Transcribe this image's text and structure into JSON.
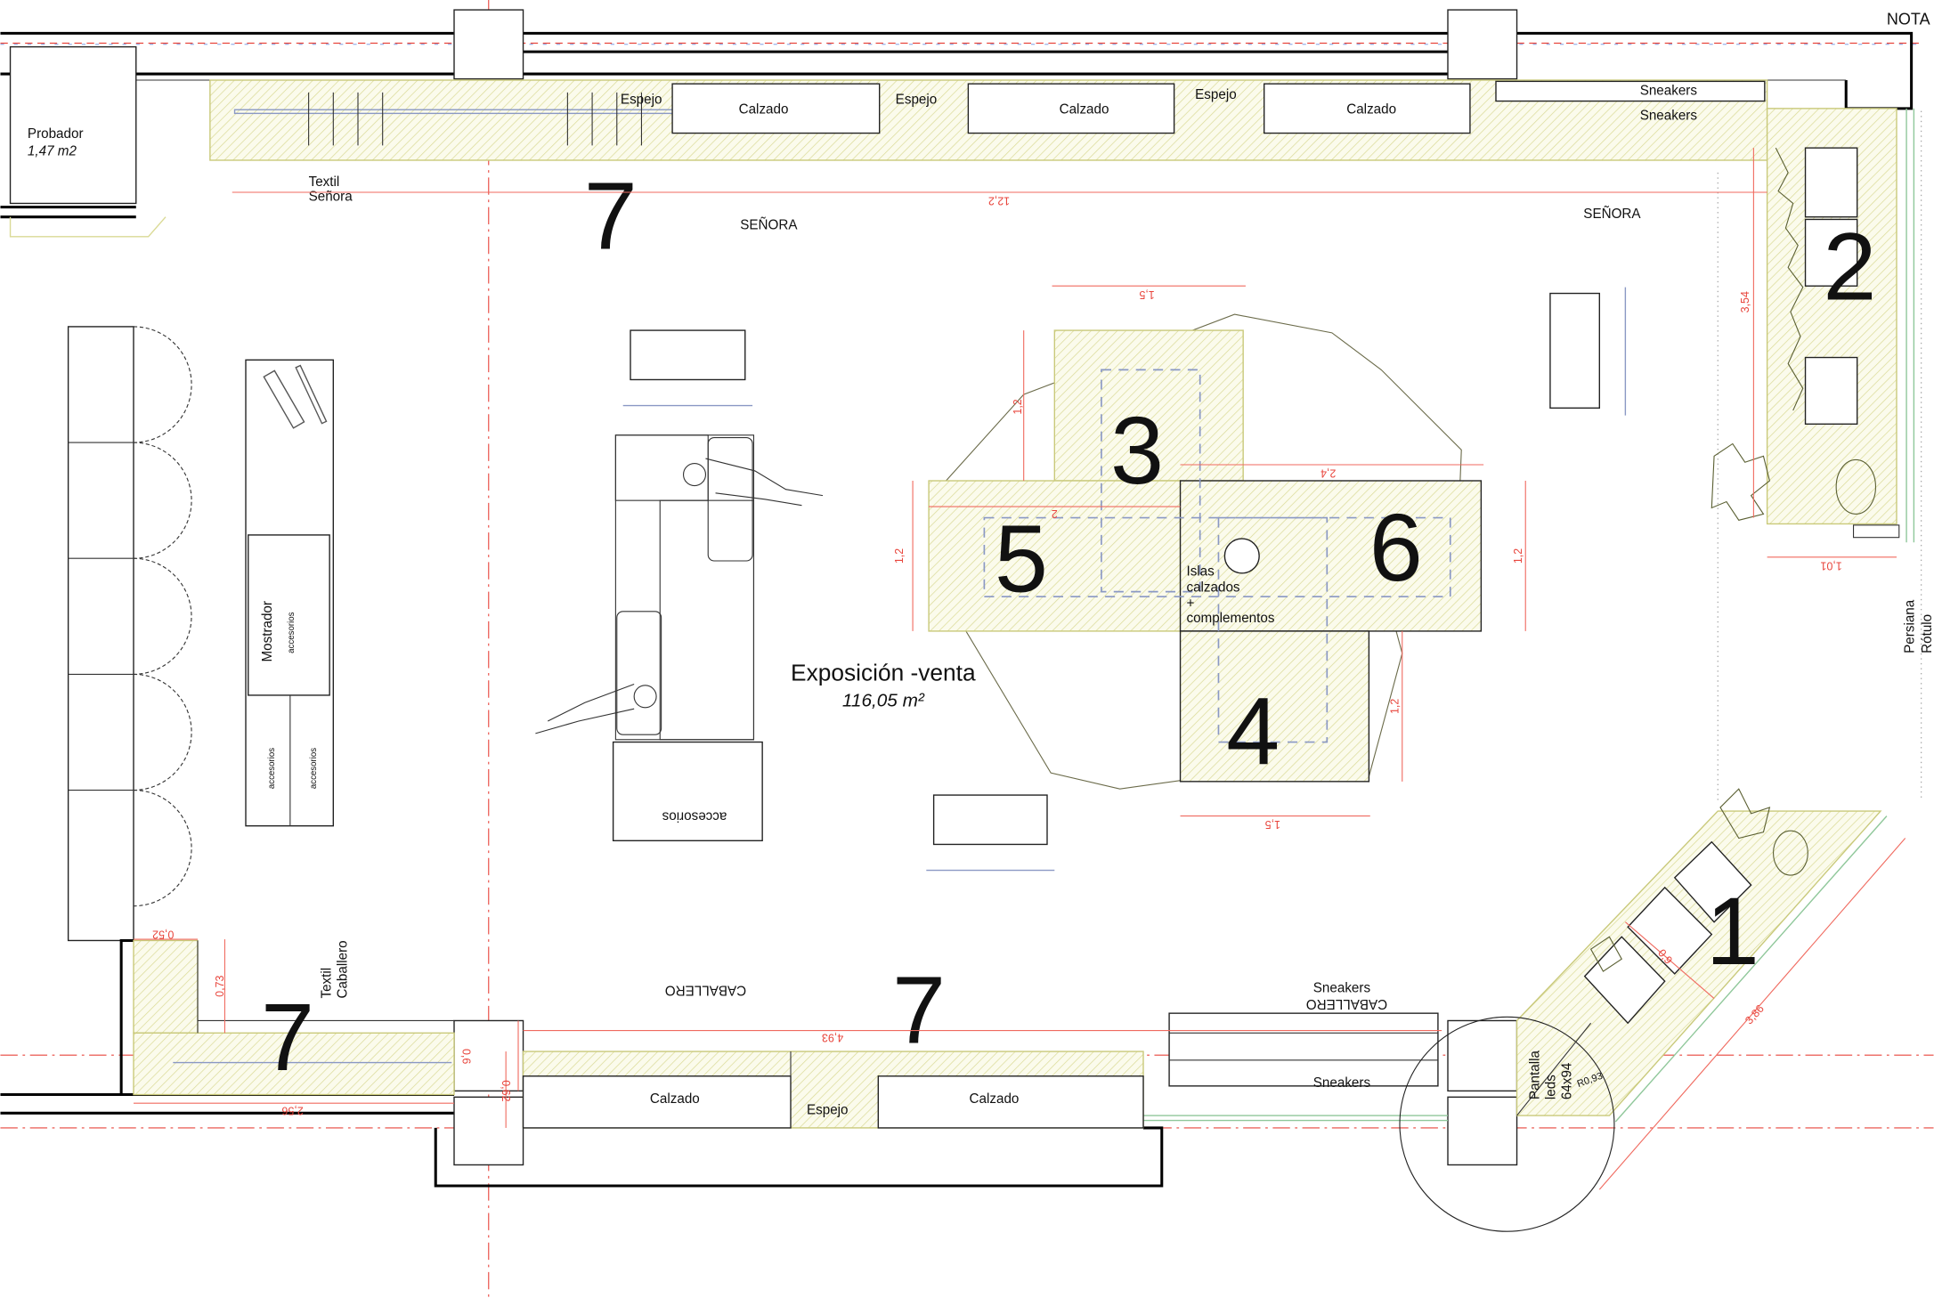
{
  "header": {
    "nota": "NOTA"
  },
  "rooms": {
    "probador": {
      "name": "Probador",
      "area": "1,47 m2"
    },
    "main": {
      "name": "Exposición -venta",
      "area": "116,05 m²"
    }
  },
  "zones": {
    "senora_left": "SEÑORA",
    "senora_right": "SEÑORA",
    "caballero_left": "CABALLERO",
    "caballero_right": "CABALLERO"
  },
  "labels": {
    "textil_senora": [
      "Textil",
      "Señora"
    ],
    "textil_caballero": [
      "Textil",
      "Caballero"
    ],
    "top_wall": [
      "Espejo",
      "Calzado",
      "Espejo",
      "Calzado",
      "Espejo",
      "Calzado"
    ],
    "sneakers_top": [
      "Sneakers",
      "Sneakers"
    ],
    "bottom_wall": [
      "Calzado",
      "Espejo",
      "Calzado"
    ],
    "sneakers_bottom": [
      "Sneakers",
      "Sneakers"
    ],
    "islands": [
      "Islas",
      "calzados",
      "+",
      "complementos"
    ],
    "mostrador": "Mostrador",
    "accesorios": [
      "accesorios",
      "accesorios",
      "accesorios",
      "accesorios"
    ],
    "pantalla": [
      "Pantalla",
      "leds",
      "64x94"
    ],
    "radius": "R0,93",
    "persiana": "Persiana",
    "rotulo": "Rótulo"
  },
  "zone_numbers": [
    "1",
    "2",
    "3",
    "4",
    "5",
    "6",
    "7",
    "7",
    "7"
  ],
  "dimensions": {
    "top_length": "12,2",
    "island_top": "1,5",
    "island_3_height": "1,2",
    "island_6_width": "2,4",
    "island_5_width": "2",
    "island_left_height": "1,2",
    "island_right_height": "1,2",
    "island_4_height": "1,2",
    "island_bottom": "1,5",
    "display_2_length": "3,54",
    "display_2_depth": "1,01",
    "display_1_depth": "0,9",
    "display_1_length": "3,86",
    "left_052": "0,52",
    "left_073": "0,73",
    "col_06": "0,6",
    "col_062": "0,62",
    "bottom_256": "2,56",
    "bottom_493": "4,93"
  }
}
